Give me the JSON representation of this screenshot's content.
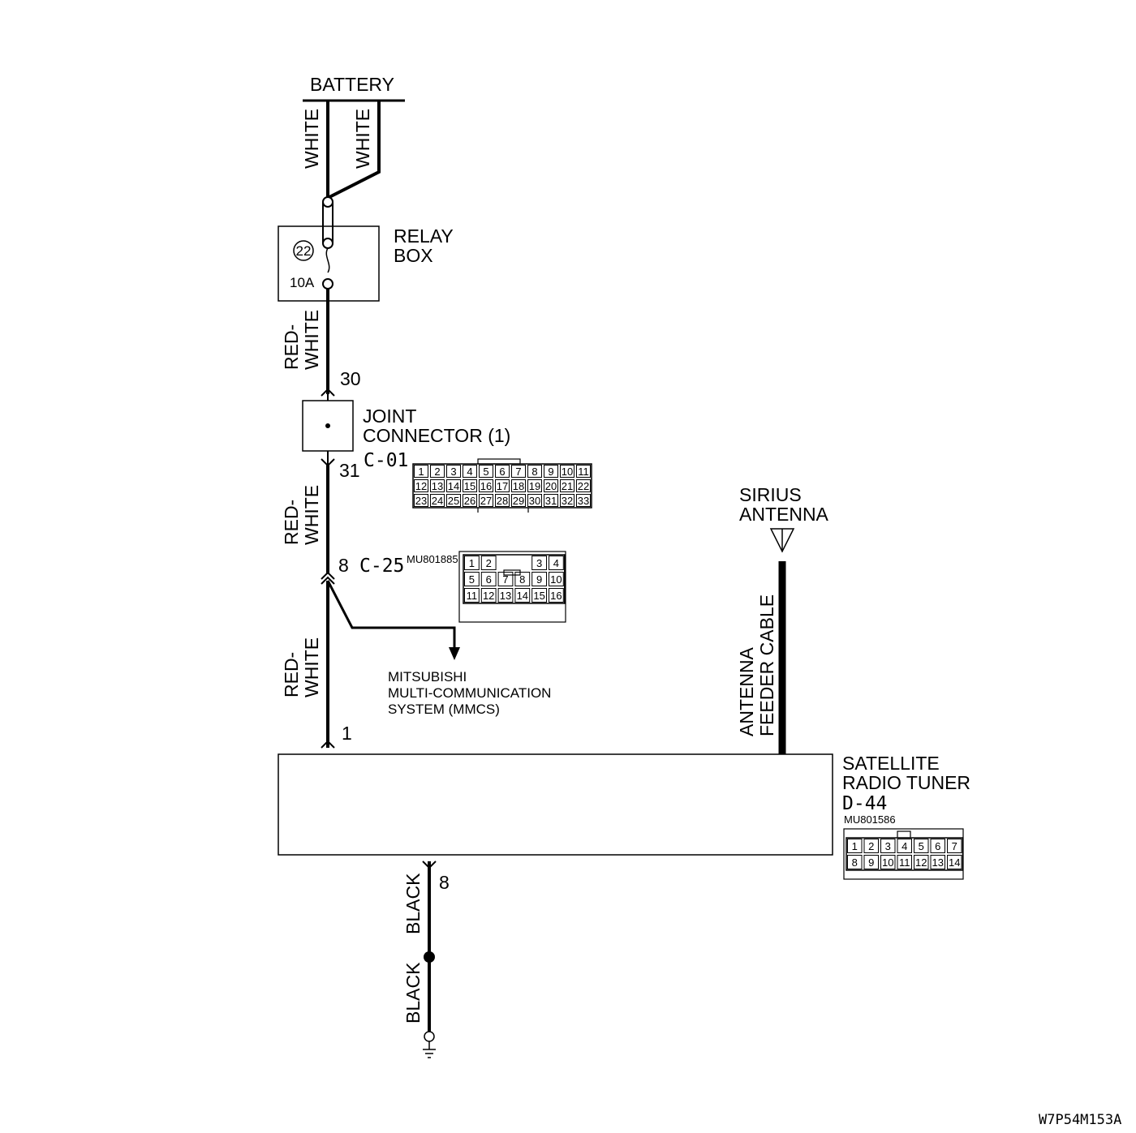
{
  "battery": {
    "label": "BATTERY"
  },
  "wires": {
    "white_left": "WHITE",
    "white_right": "WHITE",
    "red_white_1": [
      "RED-",
      "WHITE"
    ],
    "red_white_2": [
      "RED-",
      "WHITE"
    ],
    "red_white_3": [
      "RED-",
      "WHITE"
    ],
    "black_1": "BLACK",
    "black_2": "BLACK",
    "antenna_feeder": [
      "ANTENNA",
      "FEEDER CABLE"
    ]
  },
  "relay_box": {
    "label_line1": "RELAY",
    "label_line2": "BOX",
    "fuse_number": "22",
    "fuse_rating": "10A"
  },
  "joint_connector": {
    "label_line1": "JOINT",
    "label_line2": "CONNECTOR (1)",
    "connector_id": "C-01",
    "pin_in": "30",
    "pin_out": "31",
    "grid": [
      [
        "1",
        "2",
        "3",
        "4",
        "5",
        "6",
        "7",
        "8",
        "9",
        "10",
        "11"
      ],
      [
        "12",
        "13",
        "14",
        "15",
        "16",
        "17",
        "18",
        "19",
        "20",
        "21",
        "22"
      ],
      [
        "23",
        "24",
        "25",
        "26",
        "27",
        "28",
        "29",
        "30",
        "31",
        "32",
        "33"
      ]
    ]
  },
  "connector_c25": {
    "connector_id": "C-25",
    "part_number": "MU801885",
    "pin": "8",
    "grid": [
      [
        "1",
        "2",
        "",
        "",
        "3",
        "4"
      ],
      [
        "5",
        "6",
        "7",
        "8",
        "9",
        "10"
      ],
      [
        "11",
        "12",
        "13",
        "14",
        "15",
        "16"
      ]
    ]
  },
  "mmcs": {
    "line1": "MITSUBISHI",
    "line2": "MULTI-COMMUNICATION",
    "line3": "SYSTEM (MMCS)"
  },
  "antenna": {
    "line1": "SIRIUS",
    "line2": "ANTENNA"
  },
  "tuner": {
    "line1": "SATELLITE",
    "line2": "RADIO TUNER",
    "connector_id": "D-44",
    "part_number": "MU801586",
    "pin_in": "1",
    "pin_ground": "8",
    "grid": [
      [
        "1",
        "2",
        "3",
        "4",
        "5",
        "6",
        "7"
      ],
      [
        "8",
        "9",
        "10",
        "11",
        "12",
        "13",
        "14"
      ]
    ]
  },
  "figure_code": "W7P54M153A"
}
